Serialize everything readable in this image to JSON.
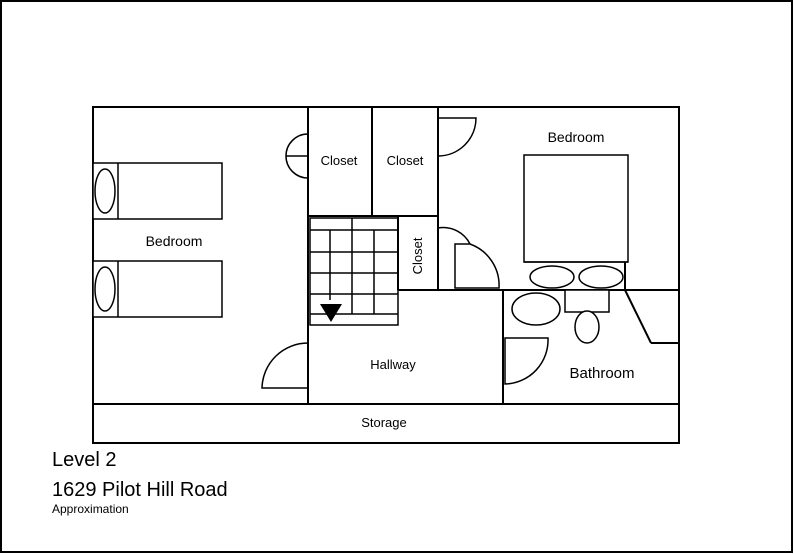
{
  "floorplan": {
    "rooms": {
      "bedroom_left": "Bedroom",
      "bedroom_right": "Bedroom",
      "closet_1": "Closet",
      "closet_2": "Closet",
      "closet_3": "Closet",
      "hallway": "Hallway",
      "bathroom": "Bathroom",
      "storage": "Storage"
    }
  },
  "caption": {
    "level": "Level 2",
    "address": "1629 Pilot Hill Road",
    "note": "Approximation"
  }
}
